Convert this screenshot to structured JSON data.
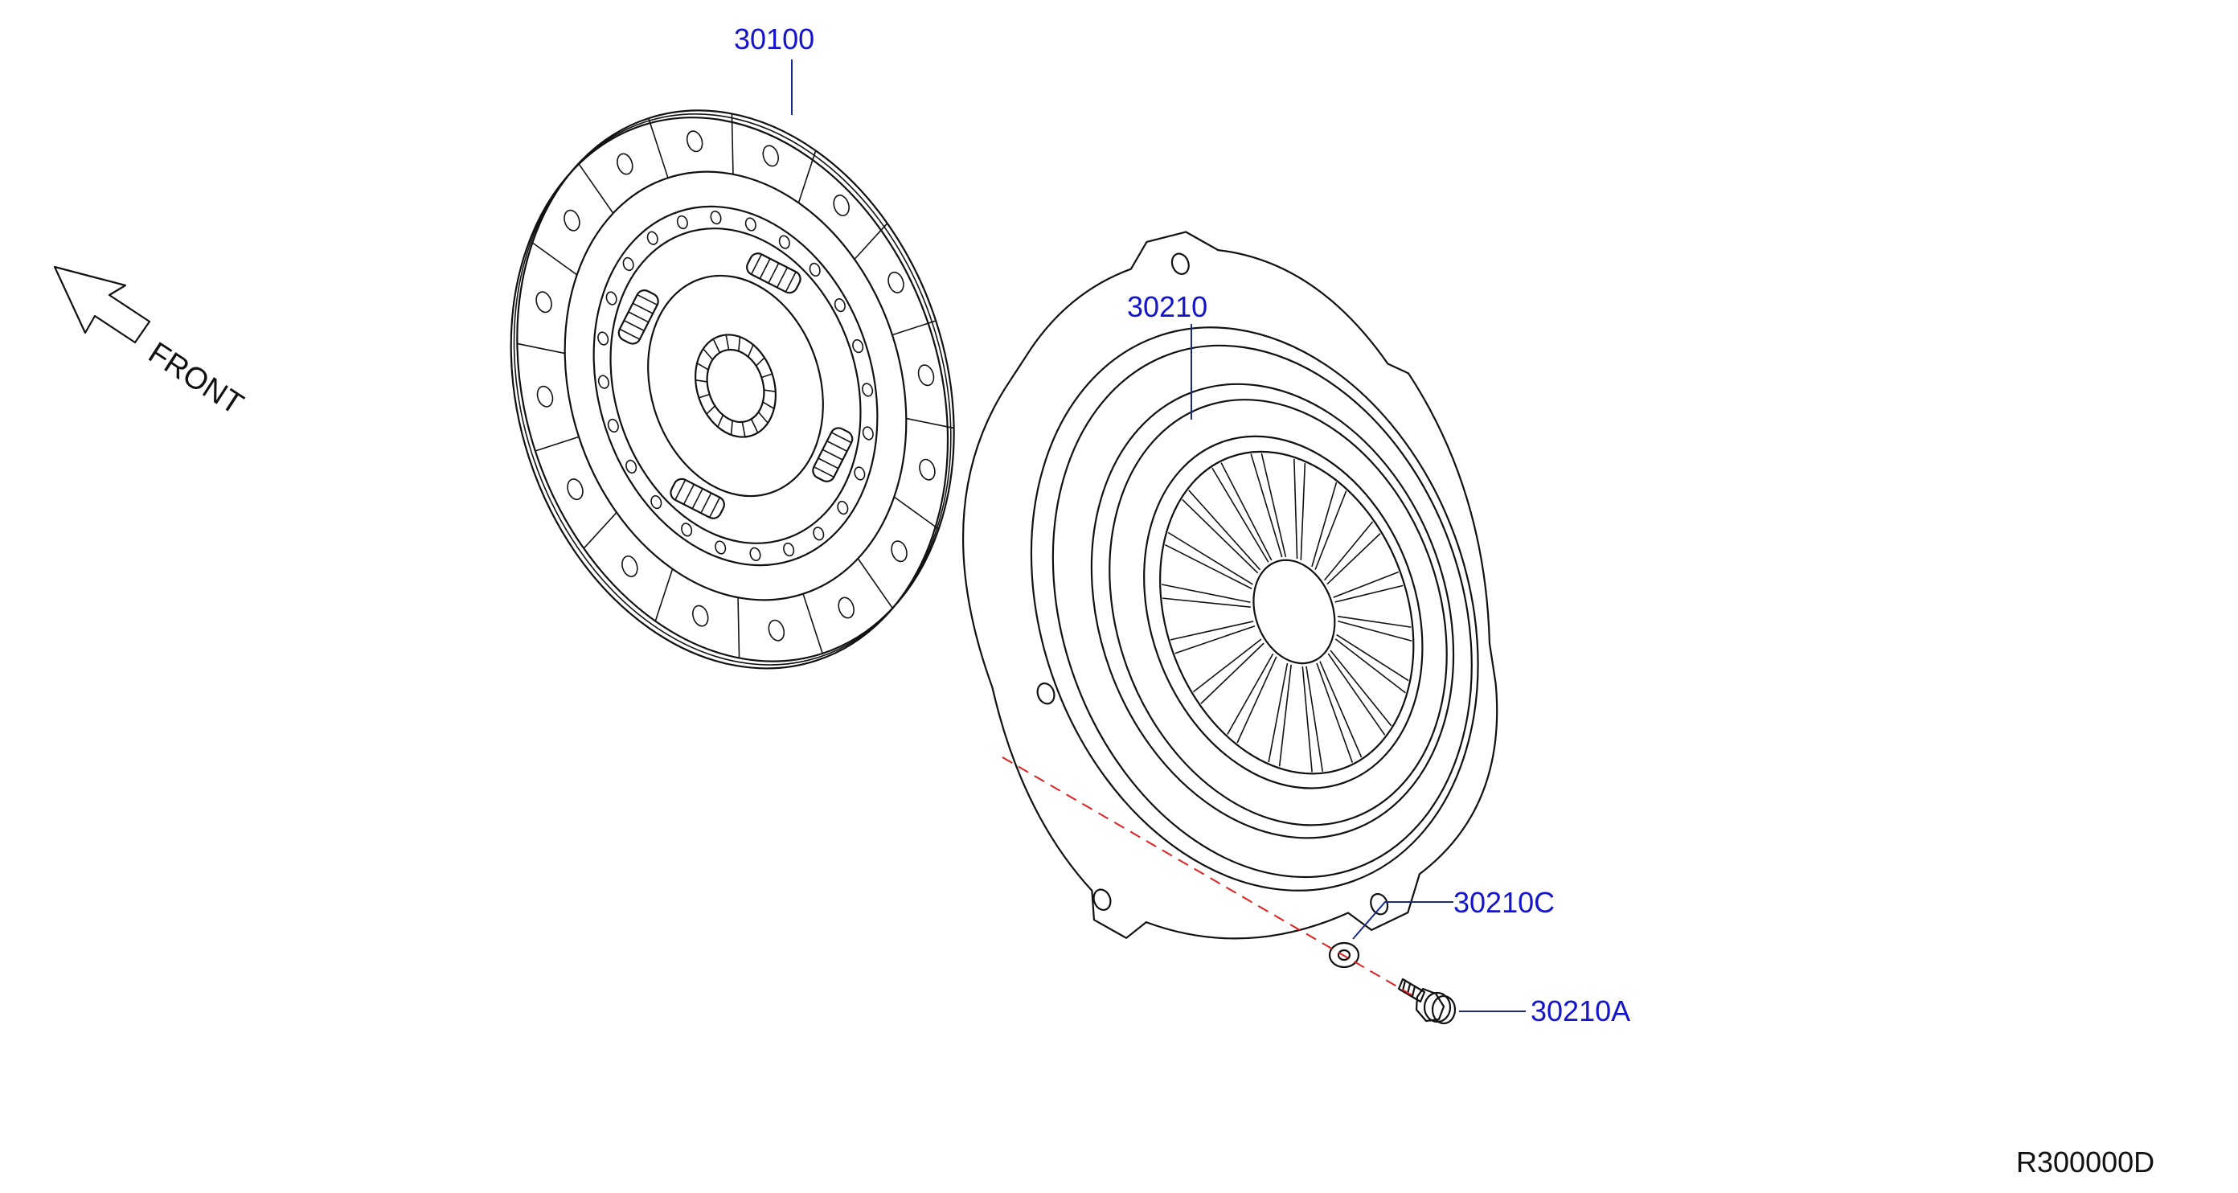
{
  "front_label": "FRONT",
  "diagram_code": "R300000D",
  "callouts": [
    {
      "id": "clutch-disc",
      "part_number": "30100"
    },
    {
      "id": "clutch-cover",
      "part_number": "30210"
    },
    {
      "id": "washer",
      "part_number": "30210C"
    },
    {
      "id": "bolt",
      "part_number": "30210A"
    }
  ],
  "colors": {
    "callout_text": "#1414cc",
    "leader": "#1a2a8a",
    "centerline": "#e02020",
    "line_art": "#111111"
  }
}
